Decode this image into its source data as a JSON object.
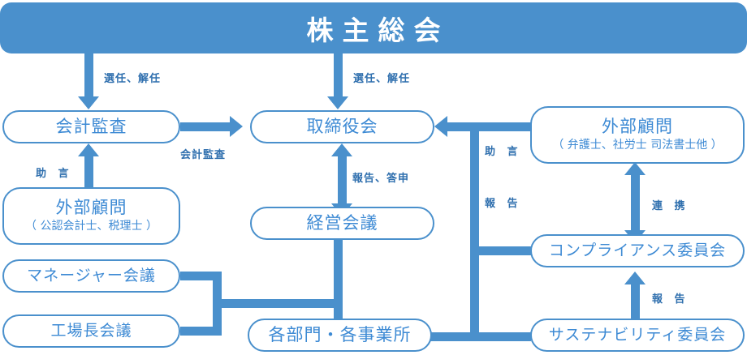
{
  "diagram": {
    "title": "株主総会",
    "theme": {
      "accent": "#4a90cc",
      "node_text": "#3d8ad4",
      "label_text": "#2f6fae",
      "node_fill": "#ffffff",
      "page_background": "#ffffff"
    }
  },
  "nodes": {
    "shareholders_meeting": {
      "title": "株主総会"
    },
    "accounting_audit": {
      "title": "会計監査"
    },
    "board_of_directors": {
      "title": "取締役会"
    },
    "external_advisor_right": {
      "title": "外部顧問",
      "sub": "（ 弁護士、社労士 司法書士他 ）"
    },
    "external_advisor_left": {
      "title": "外部顧問",
      "sub": "（ 公認会計士、税理士 ）"
    },
    "management_meeting": {
      "title": "経営会議"
    },
    "compliance_committee": {
      "title": "コンプライアンス委員会"
    },
    "manager_meeting": {
      "title": "マネージャー会議"
    },
    "factory_manager_meeting": {
      "title": "工場長会議"
    },
    "departments_offices": {
      "title": "各部門・各事業所"
    },
    "sustainability_committee": {
      "title": "サステナビリティ委員会"
    }
  },
  "edges": {
    "appoint_dismiss_left": "選任、解任",
    "appoint_dismiss_right": "選任、解任",
    "accounting_audit_flow": "会計監査",
    "advice_left": "助 言",
    "advice_right": "助 言",
    "report_recommendation": "報告、答申",
    "report_to_board": "報 告",
    "cooperation": "連 携",
    "report_to_compliance": "報 告"
  }
}
